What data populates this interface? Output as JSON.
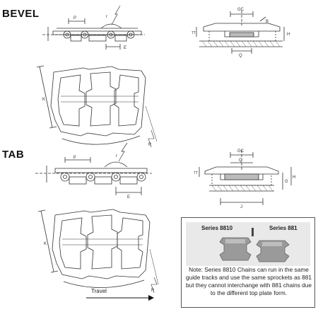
{
  "sections": {
    "bevel_title": "BEVEL",
    "tab_title": "TAB"
  },
  "dimension_labels": {
    "p": "P",
    "e": "E",
    "r": "r",
    "gc": "GC",
    "b": "B",
    "h": "H",
    "q": "Q",
    "tt": "TT",
    "k": "K",
    "big_r": "R",
    "g": "G",
    "j": "J",
    "small_p": "p"
  },
  "note": {
    "series_left": "Series 8810",
    "series_right": "Series 881",
    "text": "Note: Series 8810 Chains can run in the same guide tracks and use the same sprockets as 881 but they cannot interchange with 881 chains due to the different top plate form."
  },
  "travel_label": "Travel"
}
